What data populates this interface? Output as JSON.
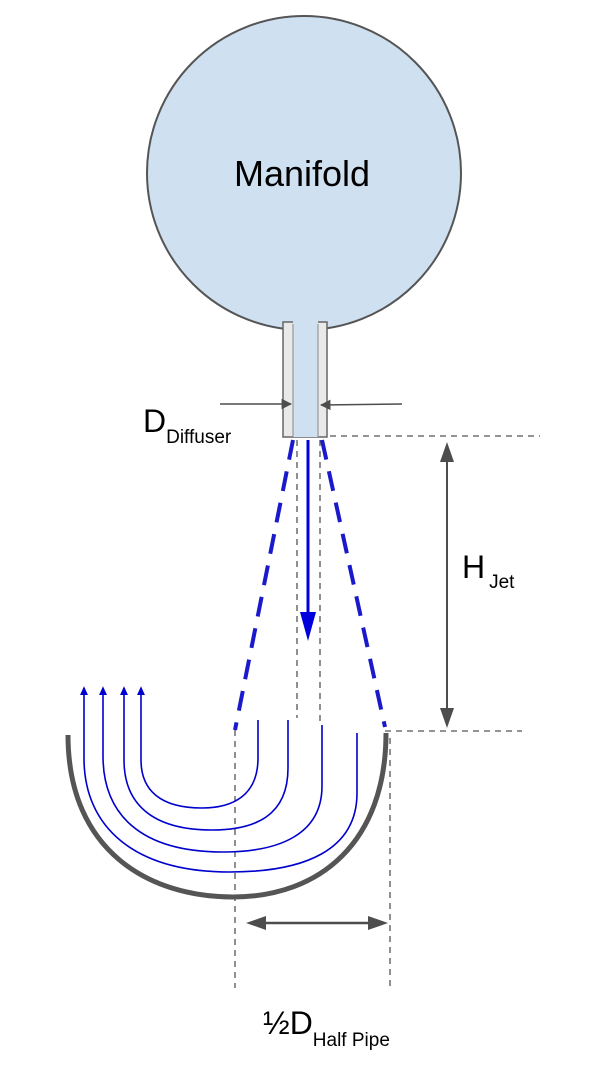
{
  "manifold": {
    "label": "Manifold"
  },
  "diffuser": {
    "symbol": "D",
    "subscript": "Diffuser"
  },
  "jet_height": {
    "symbol": "H",
    "subscript": "Jet"
  },
  "half_pipe": {
    "symbol": "½D",
    "subscript": "Half Pipe"
  },
  "colors": {
    "manifold_fill": "#cfe0f1",
    "outline": "#555555",
    "dimension": "#4d4d4d",
    "flow_lines": "#0000cc",
    "jet_arrow": "#0000dd",
    "spray_dashes": "#1a1acc",
    "half_pipe_wall": "#555555"
  }
}
